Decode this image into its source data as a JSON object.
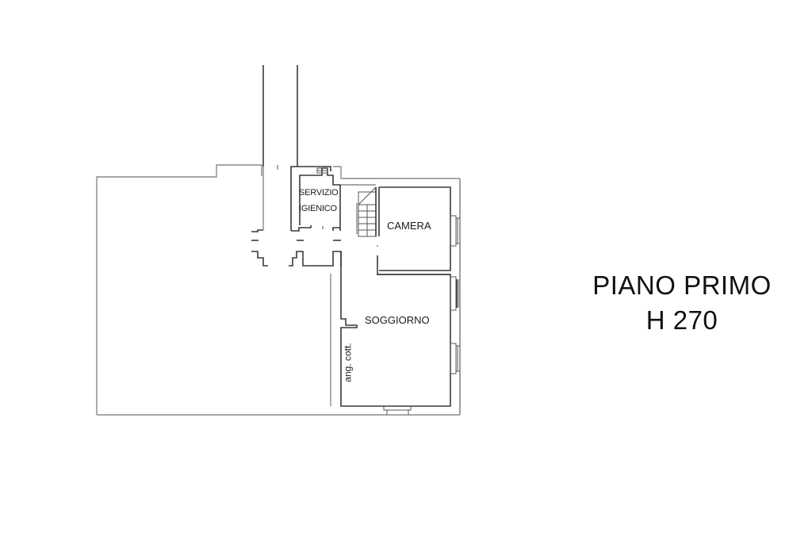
{
  "plan": {
    "floor_name": "PIANO PRIMO",
    "ceiling_height": "H 270",
    "rooms": [
      {
        "id": "servizio-igienico",
        "label_line1": "SERVIZIO",
        "label_line2": "IGIENICO"
      },
      {
        "id": "camera",
        "label": "CAMERA"
      },
      {
        "id": "soggiorno",
        "label": "SOGGIORNO"
      },
      {
        "id": "angolo-cottura",
        "label": "ang. cott."
      }
    ],
    "elements": {
      "staircase": "stair-icon",
      "windows": [
        "camera-east-window",
        "soggiorno-east-window-upper",
        "soggiorno-east-window-lower",
        "soggiorno-south-window"
      ]
    },
    "colors": {
      "background": "#ffffff",
      "wall_dark": "#3a3a3a",
      "wall_light": "#8a8a8a",
      "text": "#111111"
    }
  }
}
